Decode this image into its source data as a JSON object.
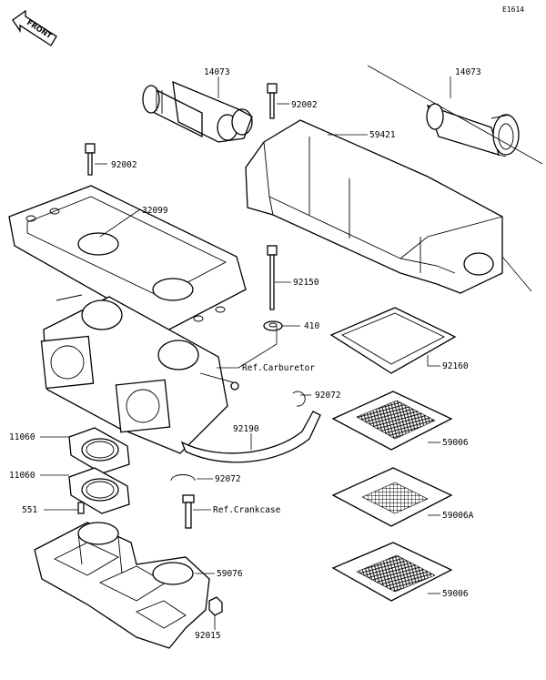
{
  "figure_code": "E1614",
  "front_label": "FRONT",
  "parts": {
    "p14073_left": "14073",
    "p14073_right": "14073",
    "p92002_top": "92002",
    "p59421": "59421",
    "p92002_left": "92002",
    "p32099": "32099",
    "p92150": "92150",
    "p410": "410",
    "ref_carburetor": "Ref.Carburetor",
    "p92160": "92160",
    "p92072_upper": "92072",
    "p92190": "92190",
    "p11060_upper": "11060",
    "p59006_upper": "59006",
    "p11060_lower": "11060",
    "p92072_lower": "92072",
    "p551": "551",
    "ref_crankcase": "Ref.Crankcase",
    "p59006A": "59006A",
    "p59076": "59076",
    "p59006_lower": "59006",
    "p92015": "92015"
  }
}
